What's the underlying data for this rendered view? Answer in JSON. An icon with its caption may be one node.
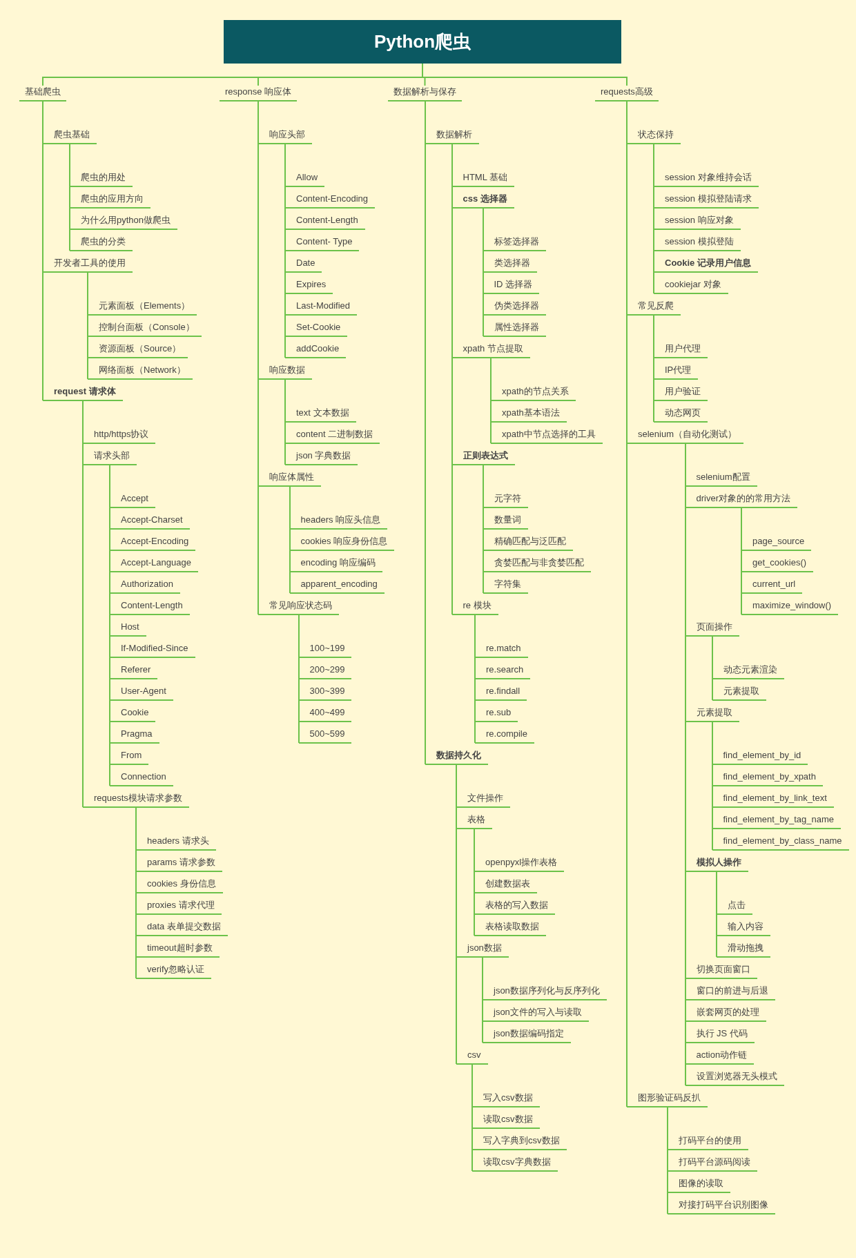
{
  "diagram": {
    "nodes": [
      {
        "text": [
          "Python爬虫"
        ]
      },
      {
        "text": [
          "基础爬虫"
        ]
      },
      {
        "text": [
          "爬虫基础"
        ]
      },
      {
        "text": [
          "爬虫的用处"
        ]
      },
      {
        "text": [
          "爬虫的应用方向"
        ]
      },
      {
        "text": [
          "为什么用python做爬虫"
        ]
      },
      {
        "text": [
          "爬虫的分类"
        ]
      },
      {
        "text": [
          "开发者工具的使用"
        ]
      },
      {
        "text": [
          "元素面板（Elements）"
        ]
      },
      {
        "text": [
          "控制台面板（Console）"
        ]
      },
      {
        "text": [
          "资源面板（Source）"
        ]
      },
      {
        "text": [
          "网络面板（Network）"
        ]
      },
      {
        "text": [
          "request 请求体"
        ]
      },
      {
        "text": [
          "http/https协议"
        ]
      },
      {
        "text": [
          "请求头部"
        ]
      },
      {
        "text": [
          "Accept"
        ]
      },
      {
        "text": [
          "Accept-Charset"
        ]
      },
      {
        "text": [
          "Accept-Encoding"
        ]
      },
      {
        "text": [
          "Accept-Language"
        ]
      },
      {
        "text": [
          "Authorization"
        ]
      },
      {
        "text": [
          "Content-Length"
        ]
      },
      {
        "text": [
          "Host"
        ]
      },
      {
        "text": [
          "If-Modified-Since"
        ]
      },
      {
        "text": [
          "Referer"
        ]
      },
      {
        "text": [
          "User-Agent"
        ]
      },
      {
        "text": [
          "Cookie"
        ]
      },
      {
        "text": [
          "Pragma"
        ]
      },
      {
        "text": [
          "From"
        ]
      },
      {
        "text": [
          "Connection"
        ]
      },
      {
        "text": [
          "requests模块请求参数"
        ]
      },
      {
        "text": [
          "headers 请求头"
        ]
      },
      {
        "text": [
          "params 请求参数"
        ]
      },
      {
        "text": [
          "cookies 身份信息"
        ]
      },
      {
        "text": [
          "proxies 请求代理"
        ]
      },
      {
        "text": [
          "data 表单提交数据"
        ]
      },
      {
        "text": [
          "timeout超时参数"
        ]
      },
      {
        "text": [
          "verify忽略认证"
        ]
      },
      {
        "text": [
          "response 响应体"
        ]
      },
      {
        "text": [
          "响应头部"
        ]
      },
      {
        "text": [
          "Allow"
        ]
      },
      {
        "text": [
          "Content-Encoding"
        ]
      },
      {
        "text": [
          "Content-Length"
        ]
      },
      {
        "text": [
          "Content- Type"
        ]
      },
      {
        "text": [
          "Date"
        ]
      },
      {
        "text": [
          "Expires"
        ]
      },
      {
        "text": [
          "Last-Modified"
        ]
      },
      {
        "text": [
          "Set-Cookie"
        ]
      },
      {
        "text": [
          "addCookie"
        ]
      },
      {
        "text": [
          "响应数据"
        ]
      },
      {
        "text": [
          "text 文本数据"
        ]
      },
      {
        "text": [
          "content 二进制数据"
        ]
      },
      {
        "text": [
          "json 字典数据"
        ]
      },
      {
        "text": [
          "响应体属性"
        ]
      },
      {
        "text": [
          "headers 响应头信息"
        ]
      },
      {
        "text": [
          "cookies 响应身份信息"
        ]
      },
      {
        "text": [
          "encoding 响应编码"
        ]
      },
      {
        "text": [
          "apparent_encoding"
        ]
      },
      {
        "text": [
          "常见响应状态码"
        ]
      },
      {
        "text": [
          "100~199"
        ]
      },
      {
        "text": [
          "200~299"
        ]
      },
      {
        "text": [
          "300~399"
        ]
      },
      {
        "text": [
          "400~499"
        ]
      },
      {
        "text": [
          "500~599"
        ]
      },
      {
        "text": [
          "数据解析与保存"
        ]
      },
      {
        "text": [
          "数据解析"
        ]
      },
      {
        "text": [
          "HTML 基础"
        ]
      },
      {
        "text": [
          "css 选择器"
        ]
      },
      {
        "text": [
          "标签选择器"
        ]
      },
      {
        "text": [
          "类选择器"
        ]
      },
      {
        "text": [
          "ID 选择器"
        ]
      },
      {
        "text": [
          "伪类选择器"
        ]
      },
      {
        "text": [
          "属性选择器"
        ]
      },
      {
        "text": [
          "xpath 节点提取"
        ]
      },
      {
        "text": [
          "xpath的节点关系"
        ]
      },
      {
        "text": [
          "xpath基本语法"
        ]
      },
      {
        "text": [
          "xpath中节点选择的工具"
        ]
      },
      {
        "text": [
          "正则表达式"
        ]
      },
      {
        "text": [
          "元字符"
        ]
      },
      {
        "text": [
          "数量词"
        ]
      },
      {
        "text": [
          "精确匹配与泛匹配"
        ]
      },
      {
        "text": [
          "贪婪匹配与非贪婪匹配"
        ]
      },
      {
        "text": [
          "字符集"
        ]
      },
      {
        "text": [
          "re 模块"
        ]
      },
      {
        "text": [
          "re.match"
        ]
      },
      {
        "text": [
          "re.search"
        ]
      },
      {
        "text": [
          "re.findall"
        ]
      },
      {
        "text": [
          "re.sub"
        ]
      },
      {
        "text": [
          "re.compile"
        ]
      },
      {
        "text": [
          "数据持久化"
        ]
      },
      {
        "text": [
          "文件操作"
        ]
      },
      {
        "text": [
          "表格"
        ]
      },
      {
        "text": [
          "openpyxl操作表格"
        ]
      },
      {
        "text": [
          "创建数据表"
        ]
      },
      {
        "text": [
          "表格的写入数据"
        ]
      },
      {
        "text": [
          "表格读取数据"
        ]
      },
      {
        "text": [
          "json数据"
        ]
      },
      {
        "text": [
          "json数据序列化与反序列化"
        ]
      },
      {
        "text": [
          "json文件的写入与读取"
        ]
      },
      {
        "text": [
          "json数据编码指定"
        ]
      },
      {
        "text": [
          "csv"
        ]
      },
      {
        "text": [
          "写入csv数据"
        ]
      },
      {
        "text": [
          "读取csv数据"
        ]
      },
      {
        "text": [
          "写入字典到csv数据"
        ]
      },
      {
        "text": [
          "读取csv字典数据"
        ]
      },
      {
        "text": [
          "requests高级"
        ]
      },
      {
        "text": [
          "状态保持"
        ]
      },
      {
        "text": [
          "session 对象维持会话"
        ]
      },
      {
        "text": [
          "session 模拟登陆请求"
        ]
      },
      {
        "text": [
          "session 响应对象"
        ]
      },
      {
        "text": [
          "session 模拟登陆"
        ]
      },
      {
        "text": [
          "Cookie 记录用户信息"
        ]
      },
      {
        "text": [
          "cookiejar 对象"
        ]
      },
      {
        "text": [
          "常见反爬"
        ]
      },
      {
        "text": [
          "用户代理"
        ]
      },
      {
        "text": [
          "IP代理"
        ]
      },
      {
        "text": [
          "用户验证"
        ]
      },
      {
        "text": [
          "动态网页"
        ]
      },
      {
        "text": [
          "selenium（自动化测试）"
        ]
      },
      {
        "text": [
          "selenium配置"
        ]
      },
      {
        "text": [
          "driver对象的的常用方法"
        ]
      },
      {
        "text": [
          "page_source"
        ]
      },
      {
        "text": [
          "get_cookies()"
        ]
      },
      {
        "text": [
          "current_url"
        ]
      },
      {
        "text": [
          "maximize_window()"
        ]
      },
      {
        "text": [
          "页面操作"
        ]
      },
      {
        "text": [
          "动态元素渲染"
        ]
      },
      {
        "text": [
          "元素提取"
        ]
      },
      {
        "text": [
          "元素提取"
        ]
      },
      {
        "text": [
          "find_element_by_id"
        ]
      },
      {
        "text": [
          "find_element_by_xpath"
        ]
      },
      {
        "text": [
          "find_element_by_link_text"
        ]
      },
      {
        "text": [
          "find_element_by_tag_name"
        ]
      },
      {
        "text": [
          "find_element_by_class_name"
        ]
      },
      {
        "text": [
          "模拟人操作"
        ]
      },
      {
        "text": [
          "点击"
        ]
      },
      {
        "text": [
          "输入内容"
        ]
      },
      {
        "text": [
          "滑动拖拽"
        ]
      },
      {
        "text": [
          "切换页面窗口"
        ]
      },
      {
        "text": [
          "窗口的前进与后退"
        ]
      },
      {
        "text": [
          "嵌套网页的处理"
        ]
      },
      {
        "text": [
          "执行 JS 代码"
        ]
      },
      {
        "text": [
          "action动作链"
        ]
      },
      {
        "text": [
          "设置浏览器无头模式"
        ]
      },
      {
        "text": [
          "图形验证码反扒"
        ]
      },
      {
        "text": [
          "打码平台的使用"
        ]
      },
      {
        "text": [
          "打码平台源码阅读"
        ]
      },
      {
        "text": [
          "图像的读取"
        ]
      },
      {
        "text": [
          "对接打码平台识别图像"
        ]
      }
    ],
    "edges": [
      {
        "from": 0,
        "to": 1,
        "arrow": "none"
      },
      {
        "from": 0,
        "to": 37,
        "arrow": "none"
      },
      {
        "from": 0,
        "to": 63,
        "arrow": "none"
      },
      {
        "from": 0,
        "to": 104,
        "arrow": "none"
      },
      {
        "from": 1,
        "to": 2,
        "arrow": "none"
      },
      {
        "from": 2,
        "to": 3,
        "arrow": "none"
      },
      {
        "from": 2,
        "to": 4,
        "arrow": "none"
      },
      {
        "from": 2,
        "to": 5,
        "arrow": "none"
      },
      {
        "from": 2,
        "to": 6,
        "arrow": "none"
      },
      {
        "from": 1,
        "to": 7,
        "arrow": "none"
      },
      {
        "from": 7,
        "to": 8,
        "arrow": "none"
      },
      {
        "from": 7,
        "to": 9,
        "arrow": "none"
      },
      {
        "from": 7,
        "to": 10,
        "arrow": "none"
      },
      {
        "from": 7,
        "to": 11,
        "arrow": "none"
      },
      {
        "from": 1,
        "to": 12,
        "arrow": "none"
      },
      {
        "from": 12,
        "to": 13,
        "arrow": "none"
      },
      {
        "from": 12,
        "to": 14,
        "arrow": "none"
      },
      {
        "from": 14,
        "to": 15,
        "arrow": "none"
      },
      {
        "from": 14,
        "to": 16,
        "arrow": "none"
      },
      {
        "from": 14,
        "to": 17,
        "arrow": "none"
      },
      {
        "from": 14,
        "to": 18,
        "arrow": "none"
      },
      {
        "from": 14,
        "to": 19,
        "arrow": "none"
      },
      {
        "from": 14,
        "to": 20,
        "arrow": "none"
      },
      {
        "from": 14,
        "to": 21,
        "arrow": "none"
      },
      {
        "from": 14,
        "to": 22,
        "arrow": "none"
      },
      {
        "from": 14,
        "to": 23,
        "arrow": "none"
      },
      {
        "from": 14,
        "to": 24,
        "arrow": "none"
      },
      {
        "from": 14,
        "to": 25,
        "arrow": "none"
      },
      {
        "from": 14,
        "to": 26,
        "arrow": "none"
      },
      {
        "from": 14,
        "to": 27,
        "arrow": "none"
      },
      {
        "from": 14,
        "to": 28,
        "arrow": "none"
      },
      {
        "from": 12,
        "to": 29,
        "arrow": "none"
      },
      {
        "from": 29,
        "to": 30,
        "arrow": "none"
      },
      {
        "from": 29,
        "to": 31,
        "arrow": "none"
      },
      {
        "from": 29,
        "to": 32,
        "arrow": "none"
      },
      {
        "from": 29,
        "to": 33,
        "arrow": "none"
      },
      {
        "from": 29,
        "to": 34,
        "arrow": "none"
      },
      {
        "from": 29,
        "to": 35,
        "arrow": "none"
      },
      {
        "from": 29,
        "to": 36,
        "arrow": "none"
      },
      {
        "from": 37,
        "to": 38,
        "arrow": "none"
      },
      {
        "from": 38,
        "to": 39,
        "arrow": "none"
      },
      {
        "from": 38,
        "to": 40,
        "arrow": "none"
      },
      {
        "from": 38,
        "to": 41,
        "arrow": "none"
      },
      {
        "from": 38,
        "to": 42,
        "arrow": "none"
      },
      {
        "from": 38,
        "to": 43,
        "arrow": "none"
      },
      {
        "from": 38,
        "to": 44,
        "arrow": "none"
      },
      {
        "from": 38,
        "to": 45,
        "arrow": "none"
      },
      {
        "from": 38,
        "to": 46,
        "arrow": "none"
      },
      {
        "from": 38,
        "to": 47,
        "arrow": "none"
      },
      {
        "from": 37,
        "to": 48,
        "arrow": "none"
      },
      {
        "from": 48,
        "to": 49,
        "arrow": "none"
      },
      {
        "from": 48,
        "to": 50,
        "arrow": "none"
      },
      {
        "from": 48,
        "to": 51,
        "arrow": "none"
      },
      {
        "from": 37,
        "to": 52,
        "arrow": "none"
      },
      {
        "from": 52,
        "to": 53,
        "arrow": "none"
      },
      {
        "from": 52,
        "to": 54,
        "arrow": "none"
      },
      {
        "from": 52,
        "to": 55,
        "arrow": "none"
      },
      {
        "from": 52,
        "to": 56,
        "arrow": "none"
      },
      {
        "from": 37,
        "to": 57,
        "arrow": "none"
      },
      {
        "from": 57,
        "to": 58,
        "arrow": "none"
      },
      {
        "from": 57,
        "to": 59,
        "arrow": "none"
      },
      {
        "from": 57,
        "to": 60,
        "arrow": "none"
      },
      {
        "from": 57,
        "to": 61,
        "arrow": "none"
      },
      {
        "from": 57,
        "to": 62,
        "arrow": "none"
      },
      {
        "from": 63,
        "to": 64,
        "arrow": "none"
      },
      {
        "from": 64,
        "to": 65,
        "arrow": "none"
      },
      {
        "from": 64,
        "to": 66,
        "arrow": "none"
      },
      {
        "from": 66,
        "to": 67,
        "arrow": "none"
      },
      {
        "from": 66,
        "to": 68,
        "arrow": "none"
      },
      {
        "from": 66,
        "to": 69,
        "arrow": "none"
      },
      {
        "from": 66,
        "to": 70,
        "arrow": "none"
      },
      {
        "from": 66,
        "to": 71,
        "arrow": "none"
      },
      {
        "from": 64,
        "to": 72,
        "arrow": "none"
      },
      {
        "from": 72,
        "to": 73,
        "arrow": "none"
      },
      {
        "from": 72,
        "to": 74,
        "arrow": "none"
      },
      {
        "from": 72,
        "to": 75,
        "arrow": "none"
      },
      {
        "from": 64,
        "to": 76,
        "arrow": "none"
      },
      {
        "from": 76,
        "to": 77,
        "arrow": "none"
      },
      {
        "from": 76,
        "to": 78,
        "arrow": "none"
      },
      {
        "from": 76,
        "to": 79,
        "arrow": "none"
      },
      {
        "from": 76,
        "to": 80,
        "arrow": "none"
      },
      {
        "from": 76,
        "to": 81,
        "arrow": "none"
      },
      {
        "from": 64,
        "to": 82,
        "arrow": "none"
      },
      {
        "from": 82,
        "to": 83,
        "arrow": "none"
      },
      {
        "from": 82,
        "to": 84,
        "arrow": "none"
      },
      {
        "from": 82,
        "to": 85,
        "arrow": "none"
      },
      {
        "from": 82,
        "to": 86,
        "arrow": "none"
      },
      {
        "from": 82,
        "to": 87,
        "arrow": "none"
      },
      {
        "from": 63,
        "to": 88,
        "arrow": "none"
      },
      {
        "from": 88,
        "to": 89,
        "arrow": "none"
      },
      {
        "from": 88,
        "to": 90,
        "arrow": "none"
      },
      {
        "from": 90,
        "to": 91,
        "arrow": "none"
      },
      {
        "from": 90,
        "to": 92,
        "arrow": "none"
      },
      {
        "from": 90,
        "to": 93,
        "arrow": "none"
      },
      {
        "from": 90,
        "to": 94,
        "arrow": "none"
      },
      {
        "from": 88,
        "to": 95,
        "arrow": "none"
      },
      {
        "from": 95,
        "to": 96,
        "arrow": "none"
      },
      {
        "from": 95,
        "to": 97,
        "arrow": "none"
      },
      {
        "from": 95,
        "to": 98,
        "arrow": "none"
      },
      {
        "from": 88,
        "to": 99,
        "arrow": "none"
      },
      {
        "from": 99,
        "to": 100,
        "arrow": "none"
      },
      {
        "from": 99,
        "to": 101,
        "arrow": "none"
      },
      {
        "from": 99,
        "to": 102,
        "arrow": "none"
      },
      {
        "from": 99,
        "to": 103,
        "arrow": "none"
      },
      {
        "from": 104,
        "to": 105,
        "arrow": "none"
      },
      {
        "from": 105,
        "to": 106,
        "arrow": "none"
      },
      {
        "from": 105,
        "to": 107,
        "arrow": "none"
      },
      {
        "from": 105,
        "to": 108,
        "arrow": "none"
      },
      {
        "from": 105,
        "to": 109,
        "arrow": "none"
      },
      {
        "from": 105,
        "to": 110,
        "arrow": "none"
      },
      {
        "from": 105,
        "to": 111,
        "arrow": "none"
      },
      {
        "from": 104,
        "to": 112,
        "arrow": "none"
      },
      {
        "from": 112,
        "to": 113,
        "arrow": "none"
      },
      {
        "from": 112,
        "to": 114,
        "arrow": "none"
      },
      {
        "from": 112,
        "to": 115,
        "arrow": "none"
      },
      {
        "from": 112,
        "to": 116,
        "arrow": "none"
      },
      {
        "from": 104,
        "to": 117,
        "arrow": "none"
      },
      {
        "from": 117,
        "to": 118,
        "arrow": "none"
      },
      {
        "from": 117,
        "to": 119,
        "arrow": "none"
      },
      {
        "from": 119,
        "to": 120,
        "arrow": "none"
      },
      {
        "from": 119,
        "to": 121,
        "arrow": "none"
      },
      {
        "from": 119,
        "to": 122,
        "arrow": "none"
      },
      {
        "from": 119,
        "to": 123,
        "arrow": "none"
      },
      {
        "from": 117,
        "to": 124,
        "arrow": "none"
      },
      {
        "from": 124,
        "to": 125,
        "arrow": "none"
      },
      {
        "from": 124,
        "to": 126,
        "arrow": "none"
      },
      {
        "from": 117,
        "to": 127,
        "arrow": "none"
      },
      {
        "from": 127,
        "to": 128,
        "arrow": "none"
      },
      {
        "from": 127,
        "to": 129,
        "arrow": "none"
      },
      {
        "from": 127,
        "to": 130,
        "arrow": "none"
      },
      {
        "from": 127,
        "to": 131,
        "arrow": "none"
      },
      {
        "from": 127,
        "to": 132,
        "arrow": "none"
      },
      {
        "from": 117,
        "to": 133,
        "arrow": "none"
      },
      {
        "from": 133,
        "to": 134,
        "arrow": "none"
      },
      {
        "from": 133,
        "to": 135,
        "arrow": "none"
      },
      {
        "from": 133,
        "to": 136,
        "arrow": "none"
      },
      {
        "from": 117,
        "to": 137,
        "arrow": "none"
      },
      {
        "from": 117,
        "to": 138,
        "arrow": "none"
      },
      {
        "from": 117,
        "to": 139,
        "arrow": "none"
      },
      {
        "from": 117,
        "to": 140,
        "arrow": "none"
      },
      {
        "from": 117,
        "to": 141,
        "arrow": "none"
      },
      {
        "from": 117,
        "to": 142,
        "arrow": "none"
      },
      {
        "from": 104,
        "to": 143,
        "arrow": "none"
      },
      {
        "from": 143,
        "to": 144,
        "arrow": "none"
      },
      {
        "from": 143,
        "to": 145,
        "arrow": "none"
      },
      {
        "from": 143,
        "to": 146,
        "arrow": "none"
      },
      {
        "from": 143,
        "to": 147,
        "arrow": "none"
      }
    ]
  }
}
